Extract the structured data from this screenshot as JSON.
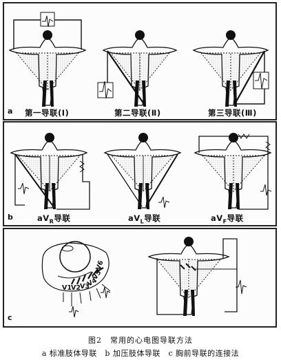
{
  "panels": {
    "a": {
      "label": "a",
      "leads": [
        "第一导联(Ⅰ)",
        "第二导联(Ⅱ)",
        "第三导联(Ⅲ)"
      ]
    },
    "b": {
      "label": "b",
      "leads": [
        "aVR导联",
        "aVL导联",
        "aVF导联"
      ],
      "lead_prefix": [
        "aV",
        "aV",
        "aV"
      ],
      "lead_sub": [
        "R",
        "L",
        "F"
      ],
      "lead_suffix": [
        "导联",
        "导联",
        "导联"
      ]
    },
    "c": {
      "label": "c",
      "chest_leads": [
        "V1",
        "V2",
        "V3",
        "V4",
        "V5",
        "V6"
      ]
    }
  },
  "caption": {
    "title": "图2　常用的心电图导联方法",
    "subtitle": "a 标准肢体导联　b 加压肢体导联　c 胸前导联的连接法"
  },
  "colors": {
    "ink": "#111111",
    "panel_border": "#222222",
    "stipple": "#9a9a9a"
  }
}
